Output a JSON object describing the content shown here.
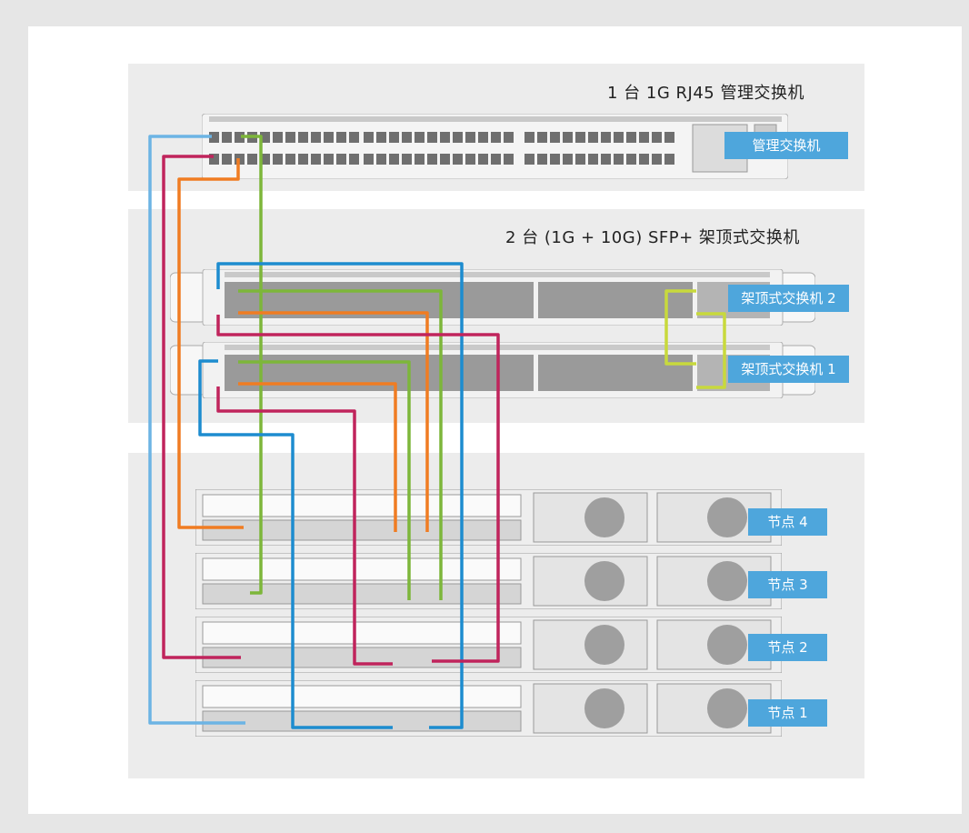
{
  "sections": {
    "mgmt_title": "1 台 1G RJ45 管理交换机",
    "tor_title": "2 台 (1G + 10G) SFP+ 架顶式交换机"
  },
  "labels": {
    "mgmt_switch": "管理交换机",
    "tor2": "架顶式交换机 2",
    "tor1": "架顶式交换机 1",
    "node4": "节点 4",
    "node3": "节点 3",
    "node2": "节点 2",
    "node1": "节点 1"
  },
  "colors": {
    "label_bg": "#4ea6dc",
    "band": "#ececec",
    "cable_blue": "#1d8ccf",
    "cable_lightblue": "#6cb4e4",
    "cable_orange": "#f07c22",
    "cable_green": "#7db63a",
    "cable_magenta": "#c0245c",
    "cable_lime": "#c8d93c"
  }
}
